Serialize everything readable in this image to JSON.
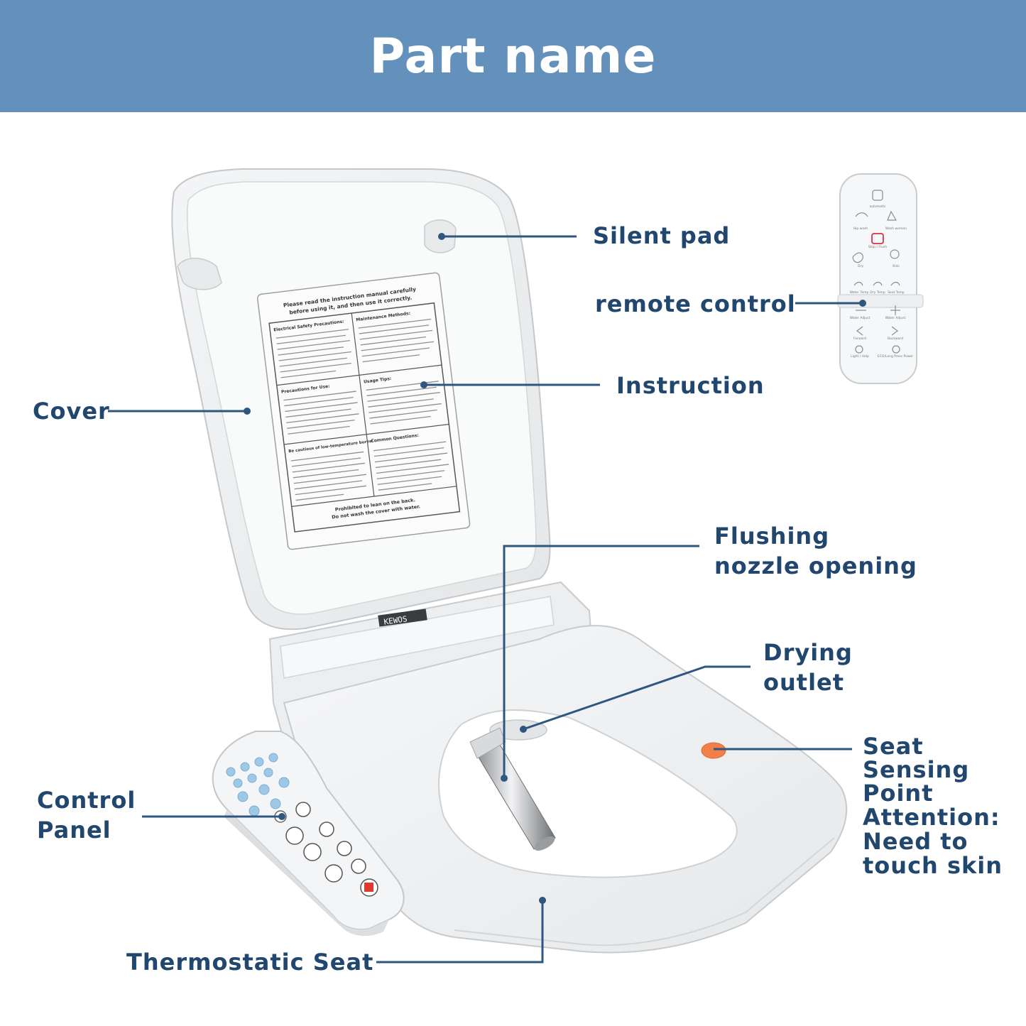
{
  "header": {
    "title": "Part name"
  },
  "colors": {
    "banner": "#6391bb",
    "label": "#22476f",
    "leader": "#2e5680",
    "sensor": "#f07f4a"
  },
  "labels": {
    "silent_pad": "Silent pad",
    "remote_control": "remote control",
    "instruction": "Instruction",
    "cover": "Cover",
    "flushing_line1": "Flushing",
    "flushing_line2": "nozzle opening",
    "drying_line1": "Drying",
    "drying_line2": "outlet",
    "seat_line1": "Seat",
    "seat_line2": "Sensing",
    "seat_line3": "Point",
    "seat_line4": "Attention:",
    "seat_line5": "Need to",
    "seat_line6": "touch skin",
    "control_line1": "Control",
    "control_line2": "Panel",
    "thermostatic": "Thermostatic Seat"
  },
  "product": {
    "brand_tag": "KEWOS",
    "sticker_title_1": "Please read the instruction manual carefully",
    "sticker_title_2": "before using it, and then use it correctly.",
    "sticker_footer_1": "Prohibited to lean on the back.",
    "sticker_footer_2": "Do not wash the cover with water.",
    "sticker_sections": [
      "Electrical Safety Precautions:",
      "Maintenance Methods:",
      "Precautions for Use:",
      "Usage Tips:",
      "Be cautious of low-temperature burns:",
      "Common Questions:"
    ]
  },
  "remote": {
    "labels": [
      "automatic",
      "Hip wash",
      "Wash women",
      "Stop / Flush",
      "Dry",
      "Kids",
      "Water Temp",
      "Dry Temp",
      "Seat Temp",
      "Water Adjust",
      "Water Adjust",
      "Forward",
      "Backward",
      "Light / Help",
      "ECO/Long Press Power"
    ]
  }
}
